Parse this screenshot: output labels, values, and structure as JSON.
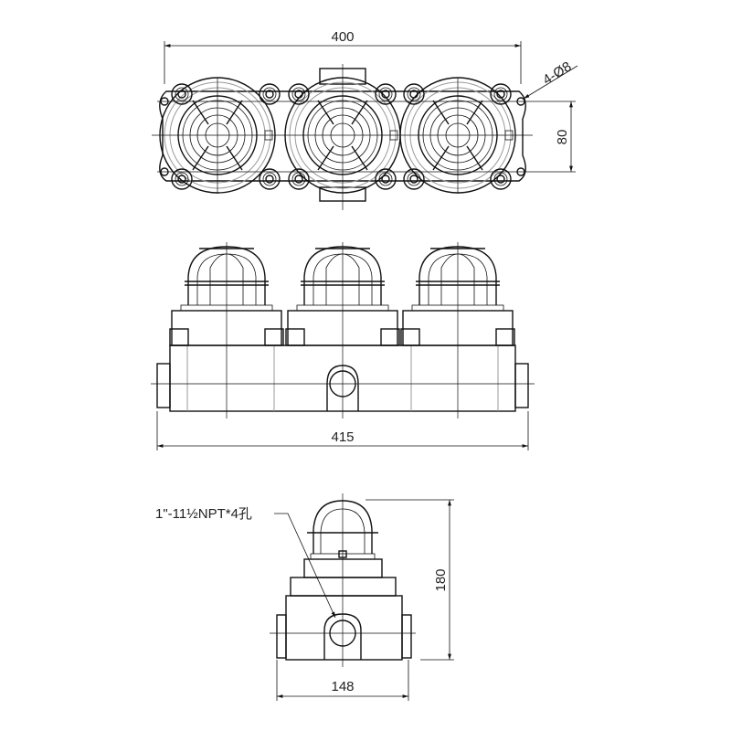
{
  "title": "Explosion-proof triple lamp dimension drawing",
  "views": {
    "top": {
      "width_dim": "400",
      "height_dim": "80",
      "hole_note": "4-Ø8"
    },
    "front": {
      "width_dim": "415"
    },
    "side": {
      "width_dim": "148",
      "height_dim": "180",
      "thread_note": "1\"-11½NPT*4孔"
    }
  },
  "colors": {
    "line": "#111111",
    "hidden": "#999999",
    "background": "#ffffff"
  }
}
